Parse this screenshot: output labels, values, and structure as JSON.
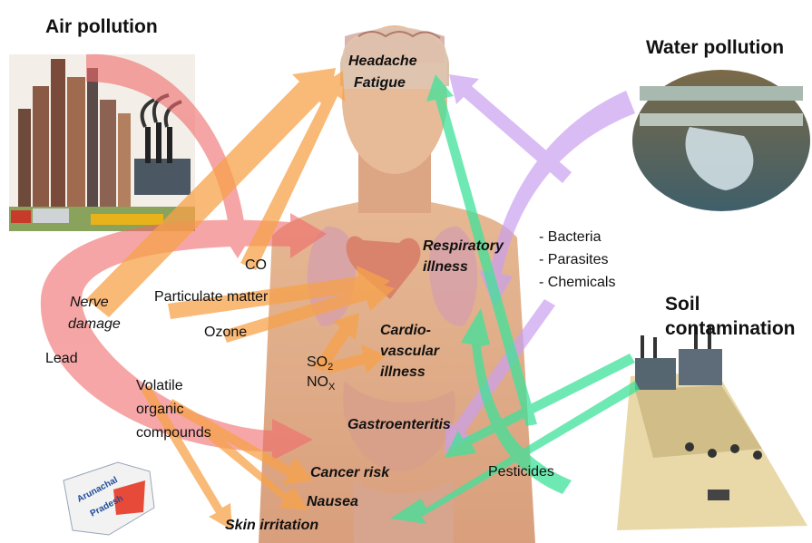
{
  "titles": {
    "air": "Air pollution",
    "water": "Water pollution",
    "soil_line1": "Soil",
    "soil_line2": "contamination"
  },
  "effects": {
    "headache": "Headache",
    "fatigue": "Fatigue",
    "respiratory_1": "Respiratory",
    "respiratory_2": "illness",
    "cardio_1": "Cardio-",
    "cardio_2": "vascular",
    "cardio_3": "illness",
    "gastro": "Gastroenteritis",
    "cancer": "Cancer risk",
    "nausea": "Nausea",
    "skin": "Skin irritation",
    "nerve_1": "Nerve",
    "nerve_2": "damage"
  },
  "air_pollutants": {
    "co": "CO",
    "particulate": "Particulate matter",
    "ozone": "Ozone",
    "lead": "Lead",
    "so2": "SO",
    "so2_sub": "2",
    "nox": "NO",
    "nox_sub": "X",
    "voc_1": "Volatile",
    "voc_2": "organic",
    "voc_3": "compounds"
  },
  "water_pollutants": {
    "bacteria": "- Bacteria",
    "parasites": "- Parasites",
    "chemicals": "- Chemicals"
  },
  "soil_pollutants": {
    "pesticides": "Pesticides"
  },
  "watermark": {
    "line1": "Arunachal",
    "line2": "Pradesh"
  },
  "colors": {
    "air_arrows": "#f06a6a",
    "particle_arrows": "#f7a24a",
    "water_arrows": "#c9a0f0",
    "soil_arrows": "#3fe29a",
    "skin": "#e0b08e"
  },
  "icons": [
    "city-skyline-icon",
    "factory-icon",
    "water-pipe-icon",
    "farmland-icon",
    "human-figure-icon",
    "brain-icon",
    "lungs-icon",
    "heart-icon",
    "stomach-icon"
  ]
}
